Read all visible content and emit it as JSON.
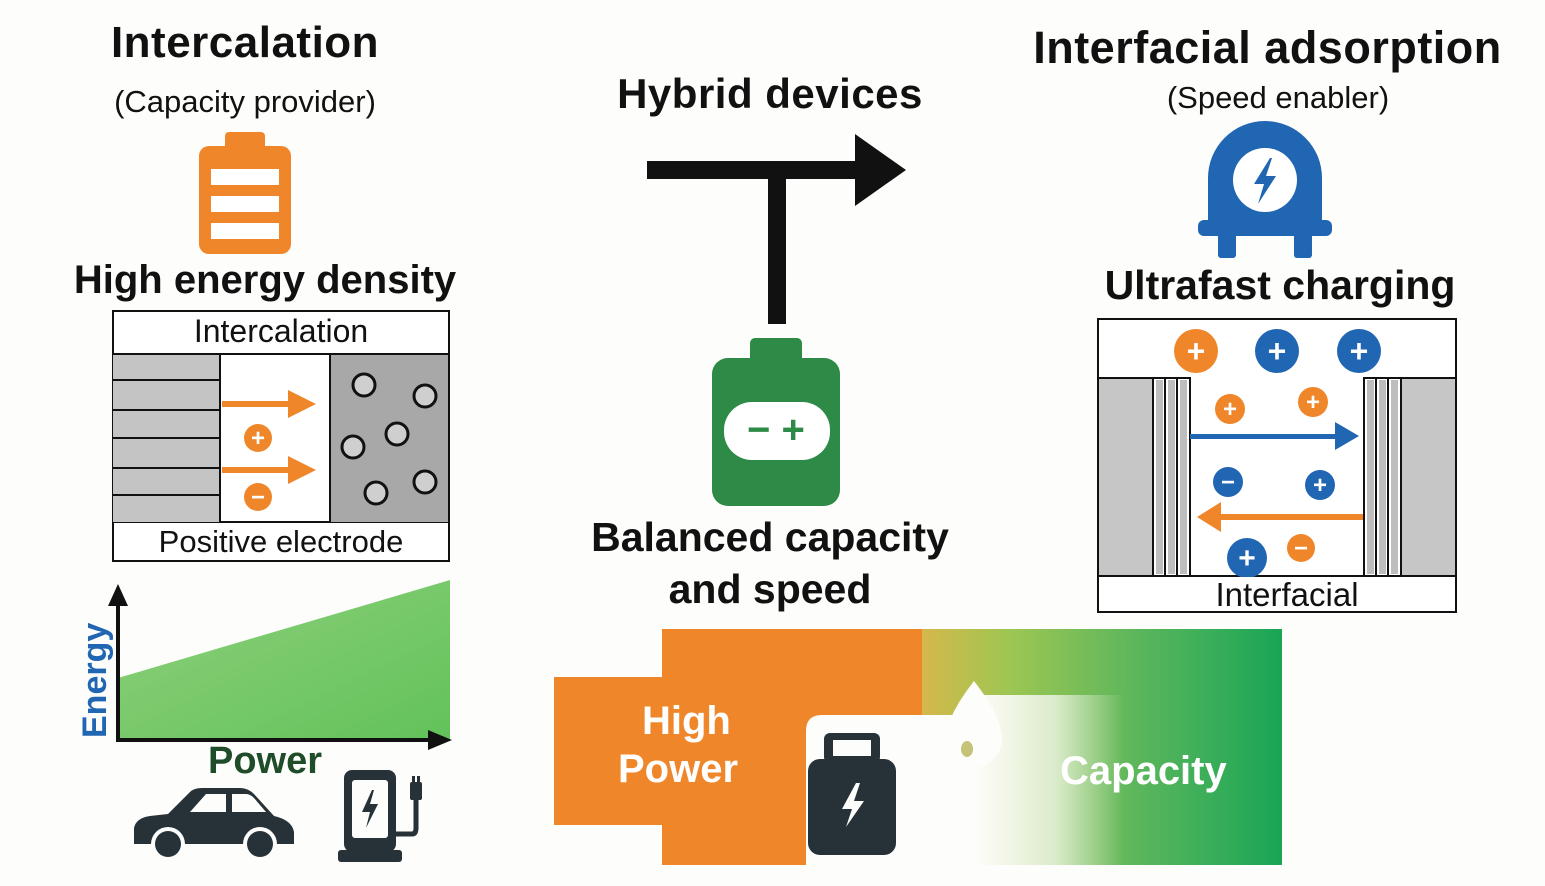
{
  "colors": {
    "orange": "#f0862a",
    "green_dark": "#2e8b47",
    "green_light": "#7ccb6c",
    "blue": "#2166b3",
    "gray_fill": "#c8c8c8",
    "dark_icon": "#263238"
  },
  "left": {
    "title": "Intercalation",
    "subtitle": "(Capacity provider)",
    "icon": "battery-full-icon",
    "heading": "High energy density",
    "diagram": {
      "top_label": "Intercalation",
      "bottom_label": "Positive electrode",
      "ion_signs": [
        "+",
        "−"
      ]
    },
    "chart": {
      "y_label": "Energy",
      "x_label": "Power"
    },
    "bottom_icons": [
      "car-icon",
      "charging-station-icon"
    ]
  },
  "middle": {
    "title": "Hybrid devices",
    "icon": "battery-plus-minus-icon",
    "battery_signs": "− +",
    "heading_line1": "Balanced capacity",
    "heading_line2": "and  speed",
    "banner": {
      "left_line1": "High",
      "left_line2": "Power",
      "right_label": "Capacity",
      "icons": [
        "battery-bolt-icon",
        "droplet-icon"
      ]
    }
  },
  "right": {
    "title": "Interfacial adsorption",
    "subtitle": "(Speed enabler)",
    "icon": "plug-bolt-icon",
    "heading": "Ultrafast  charging",
    "diagram": {
      "bottom_label": "Interfacial",
      "top_ions": [
        "+",
        "+",
        "+"
      ],
      "inner_ions": [
        "+",
        "+",
        "−",
        "+",
        "+",
        "−"
      ]
    }
  }
}
